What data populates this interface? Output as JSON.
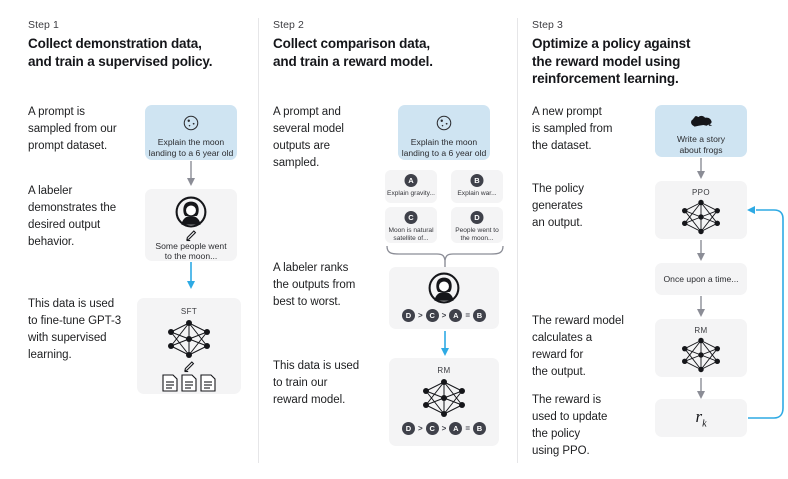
{
  "figure": {
    "title": "RLHF three step diagram",
    "accent_blue": "#2eaae4",
    "card_gray": "#f4f4f5",
    "prompt_blue": "#cfe4f2",
    "badge_dark": "#3f414a"
  },
  "columns": [
    {
      "step_label": "Step 1",
      "title_line1": "Collect demonstration data,",
      "title_line2": "and train a supervised policy.",
      "paragraphs": [
        "A prompt is\nsampled from our\nprompt dataset.",
        "A labeler\ndemonstrates the\ndesired output\nbehavior.",
        "This data is used\nto fine-tune GPT-3\nwith supervised\nlearning."
      ],
      "prompt_card": {
        "icon": "moon-icon",
        "text_line1": "Explain the moon",
        "text_line2": "landing to a 6 year old"
      },
      "labeler_card": {
        "icon": "person-icon",
        "sub_icon": "pencil-icon",
        "text_line1": "Some people went",
        "text_line2": "to the moon..."
      },
      "model_card": {
        "title": "SFT",
        "icon": "neural-net-icon",
        "sub_icon": "pencil-icon",
        "docs_icon": "documents-icon"
      }
    },
    {
      "step_label": "Step 2",
      "title_line1": "Collect comparison data,",
      "title_line2": "and train a reward model.",
      "paragraphs": [
        "A prompt and\nseveral model\noutputs are\nsampled.",
        "A labeler ranks\nthe outputs from\nbest to worst.",
        "This data is used\nto train our\nreward model."
      ],
      "prompt_card": {
        "icon": "moon-icon",
        "text_line1": "Explain the moon",
        "text_line2": "landing to a 6 year old"
      },
      "options": [
        {
          "badge": "A",
          "text": "Explain gravity..."
        },
        {
          "badge": "B",
          "text": "Explain war..."
        },
        {
          "badge": "C",
          "text": "Moon is natural\nsatellite of..."
        },
        {
          "badge": "D",
          "text": "People went to\nthe moon..."
        }
      ],
      "labeler_rank_card": {
        "icon": "person-icon",
        "ranking": [
          "D",
          ">",
          "C",
          ">",
          "A",
          "=",
          "B"
        ]
      },
      "reward_model_card": {
        "title": "RM",
        "icon": "neural-net-icon",
        "ranking": [
          "D",
          ">",
          "C",
          ">",
          "A",
          "=",
          "B"
        ]
      }
    },
    {
      "step_label": "Step 3",
      "title_line1": "Optimize a policy against",
      "title_line2": "the reward model using",
      "title_line3": "reinforcement learning.",
      "paragraphs": [
        "A new prompt\nis sampled from\nthe dataset.",
        "The policy\ngenerates\nan output.",
        "The reward model\ncalculates a\nreward for\nthe output.",
        "The reward is\nused to update\nthe policy\nusing PPO."
      ],
      "prompt_card": {
        "icon": "frog-icon",
        "text_line1": "Write a story",
        "text_line2": "about frogs"
      },
      "policy_card": {
        "title": "PPO",
        "icon": "neural-net-icon"
      },
      "output_card": {
        "text": "Once upon a time..."
      },
      "reward_model_card": {
        "title": "RM",
        "icon": "neural-net-icon"
      },
      "reward_card": {
        "symbol": "r",
        "subscript": "k"
      }
    }
  ]
}
